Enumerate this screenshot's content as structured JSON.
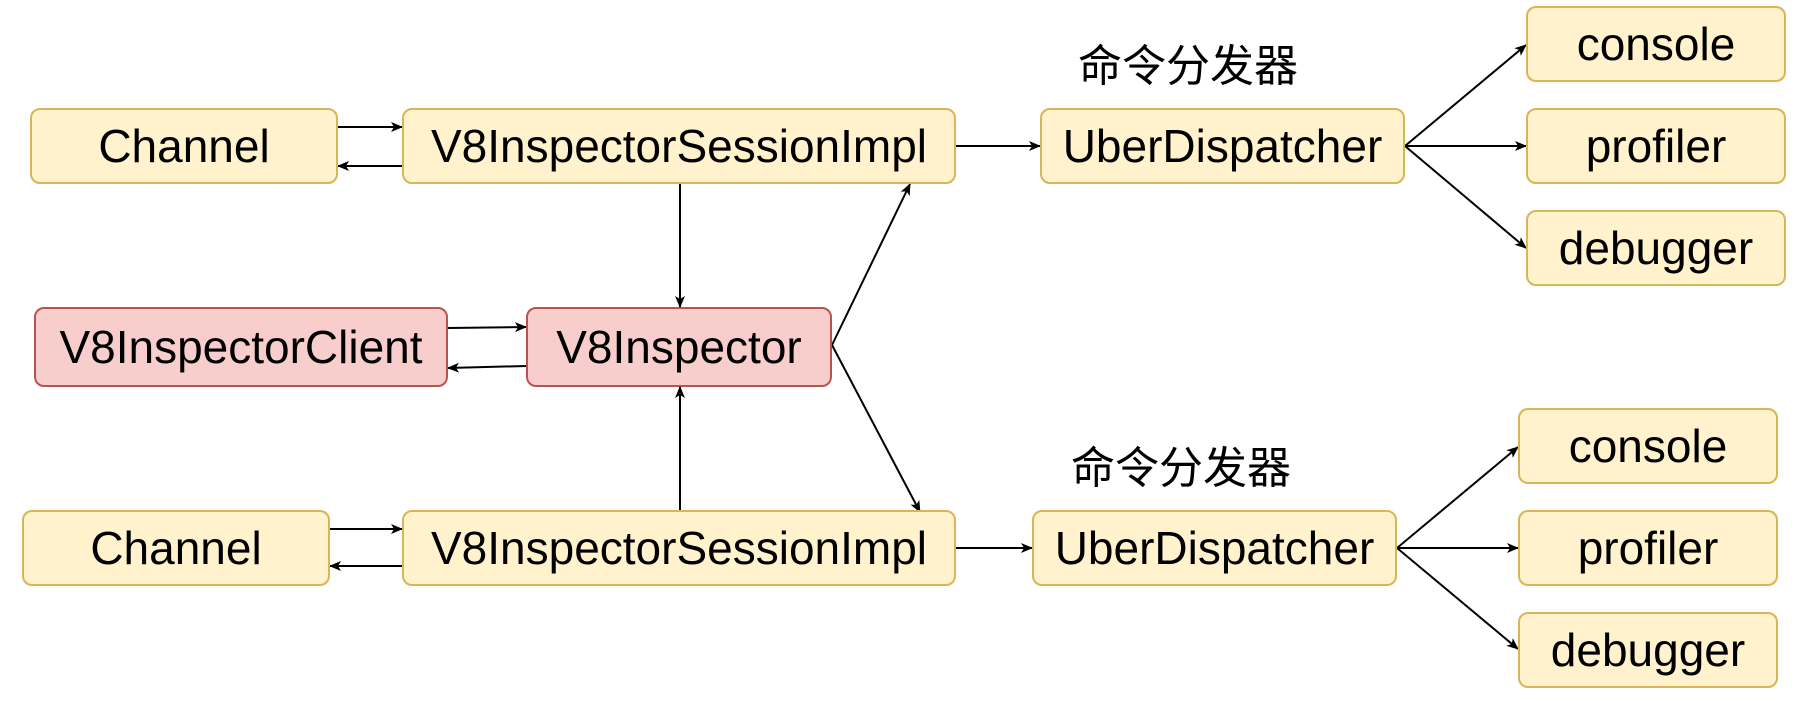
{
  "nodes": {
    "channel_top": "Channel",
    "session_top": "V8InspectorSessionImpl",
    "dispatcher_top": "UberDispatcher",
    "console_top": "console",
    "profiler_top": "profiler",
    "debugger_top": "debugger",
    "client": "V8InspectorClient",
    "inspector": "V8Inspector",
    "channel_bottom": "Channel",
    "session_bottom": "V8InspectorSessionImpl",
    "dispatcher_bottom": "UberDispatcher",
    "console_bottom": "console",
    "profiler_bottom": "profiler",
    "debugger_bottom": "debugger"
  },
  "captions": {
    "dispatcher_top": "命令分发器",
    "dispatcher_bottom": "命令分发器"
  },
  "colors": {
    "yellow_fill": "#fff2cc",
    "yellow_stroke": "#d6b656",
    "red_fill": "#f8cecc",
    "red_stroke": "#b85450",
    "edge": "#000000"
  }
}
